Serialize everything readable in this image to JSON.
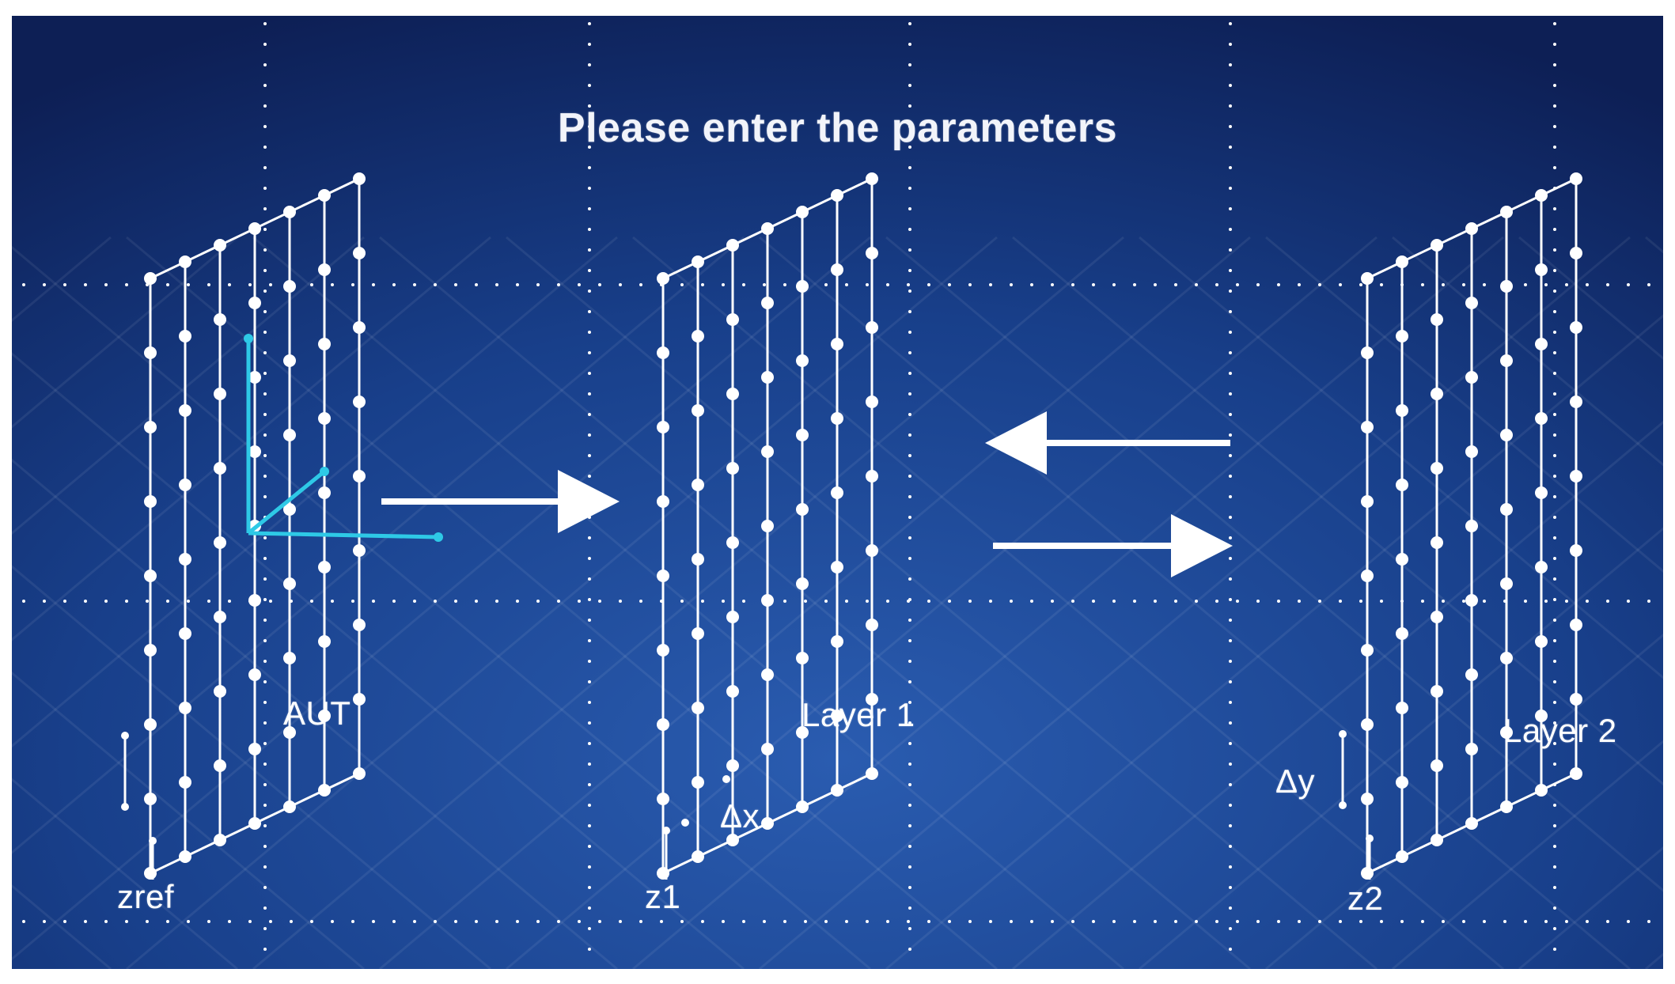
{
  "title": "Please enter the parameters",
  "labels": {
    "aut": "AUT",
    "layer1": "Layer 1",
    "layer2": "Layer 2",
    "zref": "zref",
    "z1": "z1",
    "z2": "z2",
    "dx": "Δx",
    "dy": "Δy"
  },
  "colors": {
    "background_center": "#2a5cb0",
    "background_edge": "#0d1f55",
    "foreground": "#ffffff",
    "axis_accent": "#2ec9e6"
  }
}
